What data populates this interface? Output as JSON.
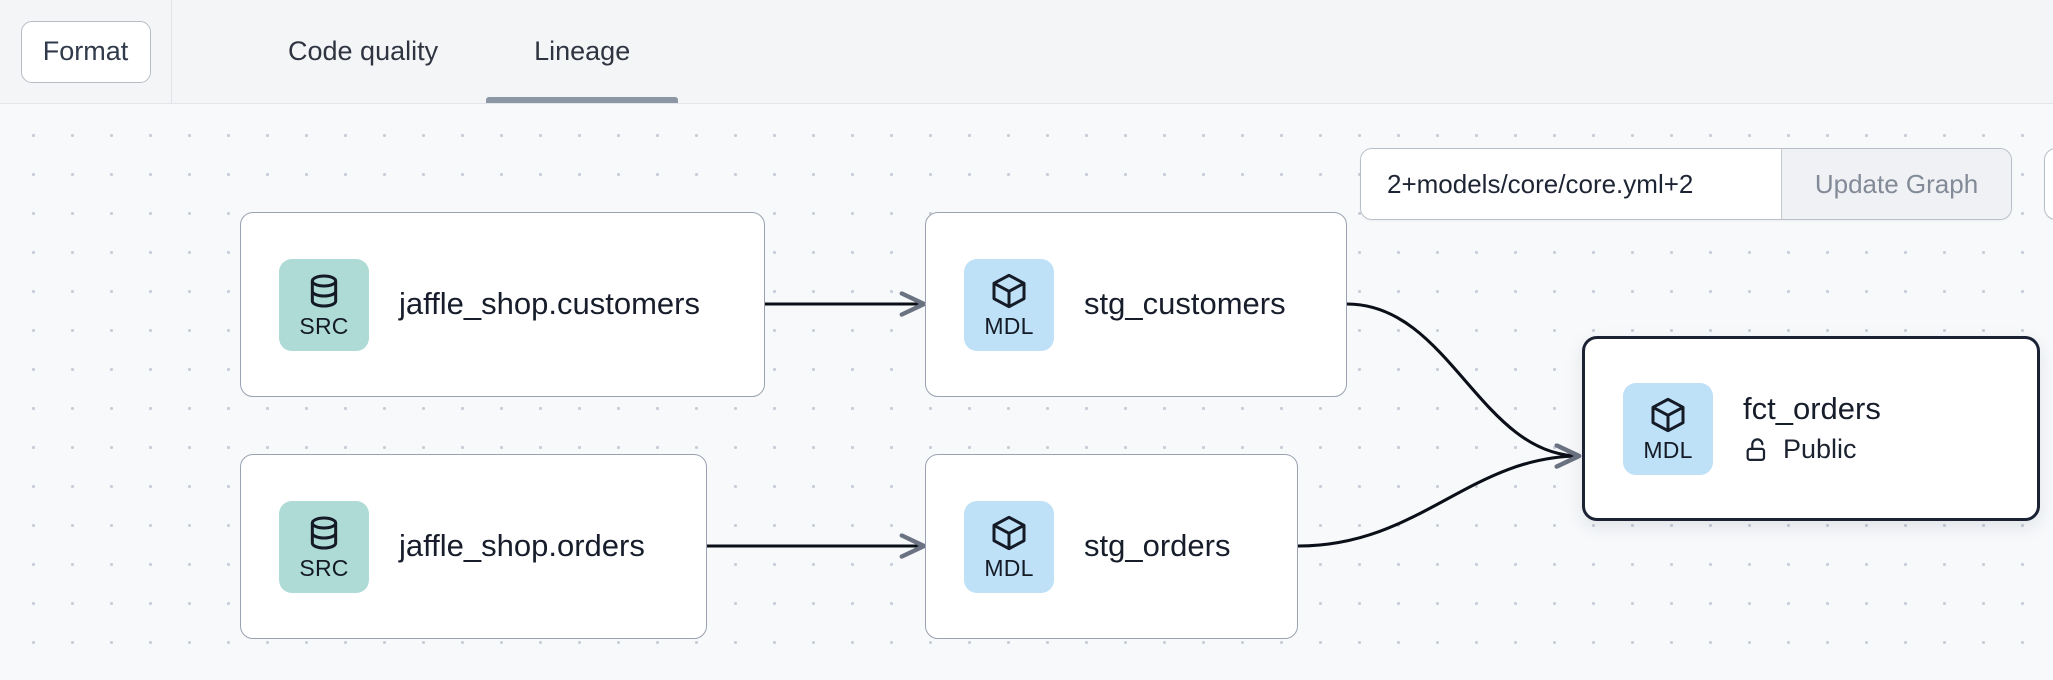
{
  "toolbar": {
    "format_label": "Format",
    "tabs": [
      {
        "label": "Code quality",
        "active": false
      },
      {
        "label": "Lineage",
        "active": true
      }
    ]
  },
  "graph_controls": {
    "selector_value": "2+models/core/core.yml+2",
    "selector_placeholder": "2+models/core/core.yml+2",
    "update_button_label": "Update Graph"
  },
  "lineage": {
    "nodes": [
      {
        "id": "jaffle_shop_customers",
        "badge_type": "SRC",
        "badge_icon": "database-icon",
        "title": "jaffle_shop.customers",
        "selected": false
      },
      {
        "id": "stg_customers",
        "badge_type": "MDL",
        "badge_icon": "cube-icon",
        "title": "stg_customers",
        "selected": false
      },
      {
        "id": "jaffle_shop_orders",
        "badge_type": "SRC",
        "badge_icon": "database-icon",
        "title": "jaffle_shop.orders",
        "selected": false
      },
      {
        "id": "stg_orders",
        "badge_type": "MDL",
        "badge_icon": "cube-icon",
        "title": "stg_orders",
        "selected": false
      },
      {
        "id": "fct_orders",
        "badge_type": "MDL",
        "badge_icon": "cube-icon",
        "title": "fct_orders",
        "access_label": "Public",
        "access_icon": "unlock-icon",
        "selected": true
      }
    ],
    "edges": [
      {
        "from": "jaffle_shop_customers",
        "to": "stg_customers"
      },
      {
        "from": "jaffle_shop_orders",
        "to": "stg_orders"
      },
      {
        "from": "stg_customers",
        "to": "fct_orders"
      },
      {
        "from": "stg_orders",
        "to": "fct_orders"
      }
    ]
  },
  "colors": {
    "src_badge": "#aedbd5",
    "mdl_badge": "#bfe1f7",
    "canvas_bg": "#f7f9fb",
    "toolbar_bg": "#f4f5f7",
    "selected_border": "#1b2233",
    "edge_stroke": "#0b0f18",
    "tab_underline": "#8d96a5"
  }
}
